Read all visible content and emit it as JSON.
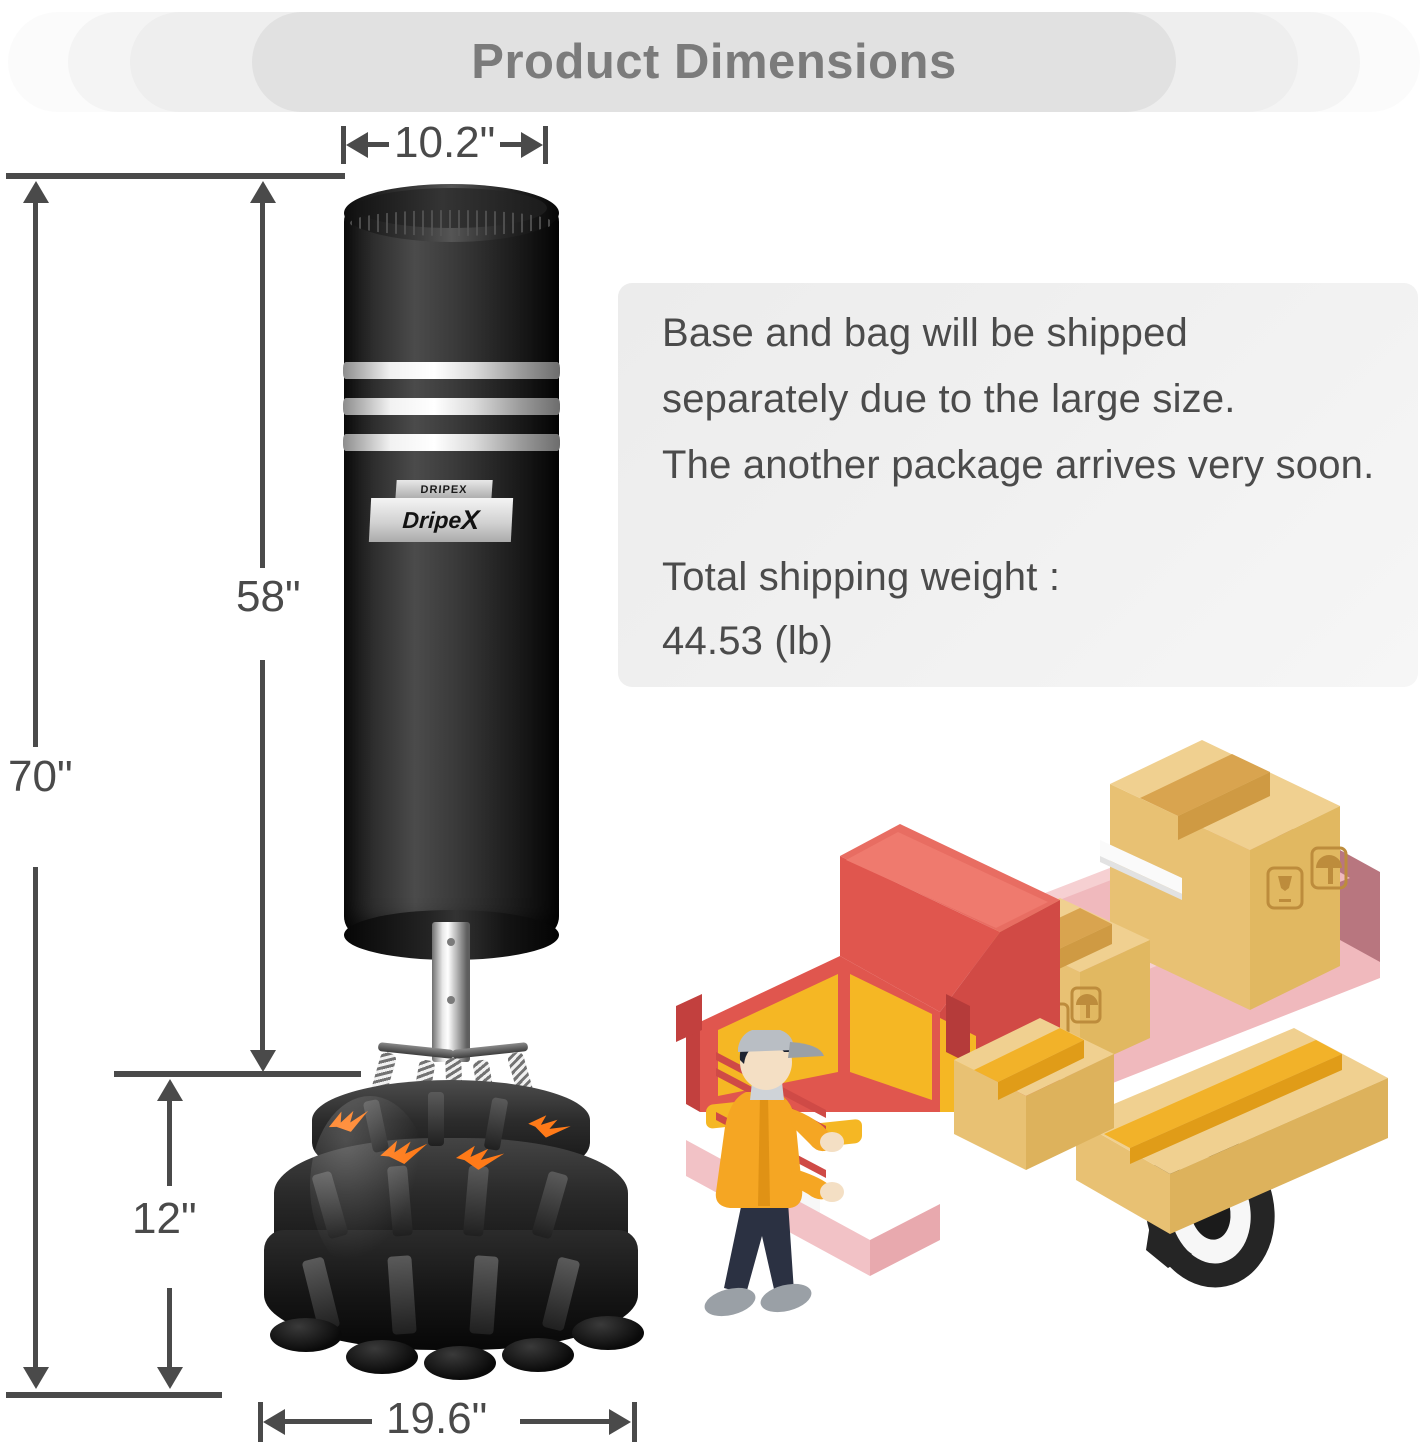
{
  "header": {
    "title": "Product Dimensions"
  },
  "dimensions": {
    "width_top": "10.2\"",
    "height_total": "70\"",
    "height_bag": "58\"",
    "height_base": "12\"",
    "width_base": "19.6\""
  },
  "product": {
    "brand_tag_small": "DRIPEX",
    "brand_tag_large": "Dripe",
    "brand_tag_large_x": "X"
  },
  "info": {
    "line1": "Base and bag will be shipped",
    "line2": "separately due to the large size.",
    "line3": "The another package arrives very soon.",
    "line4": "Total shipping weight :",
    "line5": "44.53 (lb)"
  },
  "colors": {
    "line": "#4a4a4a",
    "title": "#7b7b7b",
    "card_text": "#4b4b4b",
    "truck_body": "#e0564e",
    "truck_window": "#f5b724",
    "truck_bed": "#f0b9bd",
    "box": "#eec878",
    "accent_orange": "#ff7a18",
    "worker_jacket": "#f5a623",
    "worker_pants": "#2b3142"
  }
}
